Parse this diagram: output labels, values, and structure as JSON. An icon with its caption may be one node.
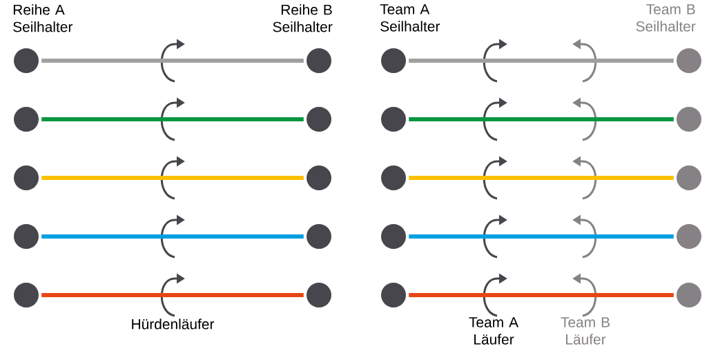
{
  "diagram": {
    "nodes": [
      {
        "text": [],
        "shape": "circle"
      },
      {
        "text": [],
        "shape": "circle"
      },
      {
        "text": [],
        "shape": "circle"
      },
      {
        "text": [],
        "shape": "circle"
      },
      {
        "text": [],
        "shape": "circle"
      },
      {
        "text": [],
        "shape": "circle"
      },
      {
        "text": [],
        "shape": "circle"
      },
      {
        "text": [],
        "shape": "circle"
      },
      {
        "text": [],
        "shape": "circle"
      },
      {
        "text": [],
        "shape": "circle"
      },
      {
        "text": [],
        "shape": "circle"
      },
      {
        "text": [],
        "shape": "circle"
      },
      {
        "text": [],
        "shape": "circle"
      },
      {
        "text": [],
        "shape": "circle"
      },
      {
        "text": [],
        "shape": "circle"
      },
      {
        "text": [],
        "shape": "circle"
      },
      {
        "text": [],
        "shape": "circle"
      },
      {
        "text": [],
        "shape": "circle"
      },
      {
        "text": [],
        "shape": "circle"
      },
      {
        "text": [],
        "shape": "circle"
      }
    ],
    "edges": [
      {
        "from": 0,
        "to": 1,
        "arrow": "none",
        "color": "#a0a09e"
      },
      {
        "from": 2,
        "to": 3,
        "arrow": "none",
        "color": "#0a9640"
      },
      {
        "from": 4,
        "to": 5,
        "arrow": "none",
        "color": "#fdc000"
      },
      {
        "from": 6,
        "to": 7,
        "arrow": "none",
        "color": "#00a0e0"
      },
      {
        "from": 8,
        "to": 9,
        "arrow": "none",
        "color": "#e84514"
      },
      {
        "from": 10,
        "to": 11,
        "arrow": "none",
        "color": "#a0a09e"
      },
      {
        "from": 12,
        "to": 13,
        "arrow": "none",
        "color": "#0a9640"
      },
      {
        "from": 14,
        "to": 15,
        "arrow": "none",
        "color": "#fdc000"
      },
      {
        "from": 16,
        "to": 17,
        "arrow": "none",
        "color": "#00a0e0"
      },
      {
        "from": 18,
        "to": 19,
        "arrow": "none",
        "color": "#e84514"
      }
    ],
    "labels": [
      "Reihe A Seilhalter",
      "Reihe B Seilhalter",
      "Team A Seilhalter",
      "Team B Seilhalter",
      "Hürdenläufer",
      "Team A Läufer",
      "Team B Läufer"
    ]
  }
}
